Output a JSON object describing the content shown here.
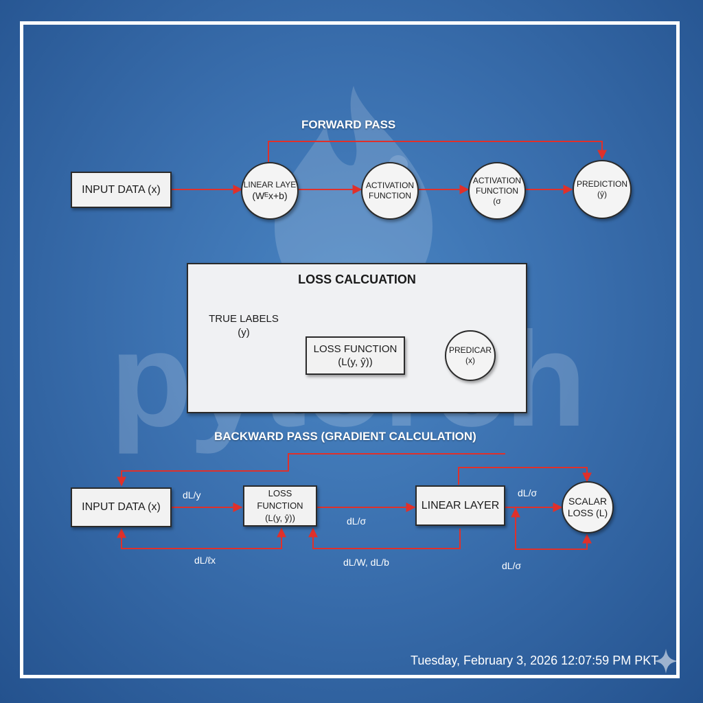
{
  "forward": {
    "title": "FORWARD PASS",
    "input": "INPUT DATA (x)",
    "linear": {
      "line1": "LINEAR LAYE",
      "line2": "(Wᴱx+b)"
    },
    "act1": {
      "line1": "ACTIVATION",
      "line2": "FUNCTION"
    },
    "act2": {
      "line1": "ACTIVATION",
      "line2": "FUNCTION",
      "line3": "(σ"
    },
    "prediction": {
      "line1": "PREDICTION",
      "line2": "(ŷ)"
    }
  },
  "loss": {
    "title": "LOSS CALCUATION",
    "true_labels": {
      "line1": "TRUE LABELS",
      "line2": "(y)"
    },
    "function": {
      "line1": "LOSS FUNCTION",
      "line2": "(L(y, ŷ))"
    },
    "predicar": {
      "line1": "PREDICAR",
      "line2": "(x)"
    }
  },
  "backward": {
    "title": "BACKWARD PASS (GRADIENT CALCULATION)",
    "input": "INPUT DATA (x)",
    "loss_function": {
      "line1": "LOSS FUNCTION",
      "line2": "(L(y, ŷ))"
    },
    "linear": "LINEAR LAYER",
    "scalar": {
      "line1": "SCALAR",
      "line2": "LOSS (L)"
    },
    "labels": {
      "dl_y": "dL/y",
      "dl_sigma_mid": "dL/σ",
      "dl_sigma_top": "dL/σ",
      "dl_x": "dL/ℓx",
      "dl_wb": "dL/W, dL/b",
      "dl_sigma_bottom": "dL/σ"
    }
  },
  "footer": {
    "timestamp": "Tuesday, February 3, 2026 12:07:59 PM PKT"
  },
  "colors": {
    "arrow": "#e0302a",
    "background": "#3a6fae",
    "box": "#f2f2f2"
  },
  "watermark": {
    "text": "pytorch"
  }
}
